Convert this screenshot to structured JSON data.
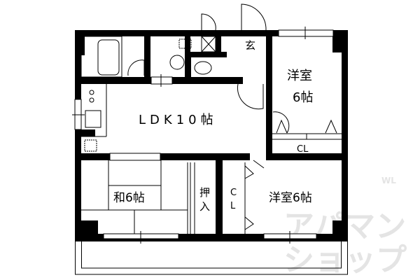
{
  "rooms": {
    "entrance": "玄",
    "western_room_1_line1": "洋室",
    "western_room_1_line2": "6帖",
    "western_room_1_closet": "CL",
    "ldk": "LDK10帖",
    "japanese_room": "和6帖",
    "oshiire_1": "押",
    "oshiire_2": "入",
    "closet_c": "C",
    "closet_l": "L",
    "western_room_2": "洋室6帖"
  },
  "watermark": {
    "line1": "アパマン",
    "line2": "ショップ",
    "small": "WL"
  },
  "colors": {
    "wall": "#000000",
    "watermark": "#e4e4e4"
  }
}
